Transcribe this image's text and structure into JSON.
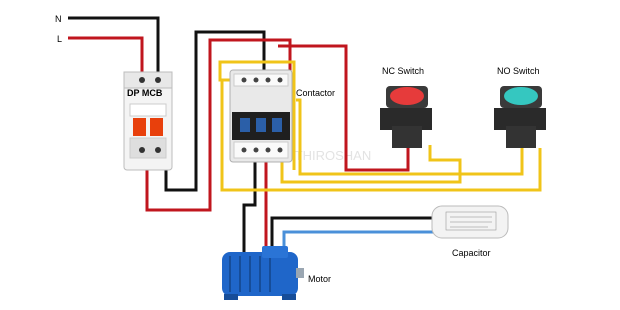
{
  "labels": {
    "neutral": "N",
    "line": "L",
    "mcb": "DP MCB",
    "contactor": "Contactor",
    "nc_switch": "NC Switch",
    "no_switch": "NO Switch",
    "capacitor": "Capacitor",
    "motor": "Motor",
    "watermark": "ETHIROSHAN"
  },
  "colors": {
    "black_wire": "#111111",
    "red_wire": "#c0161e",
    "yellow_wire": "#f0c419",
    "blue_wire": "#4a90d9",
    "nc_button": "#e63b3b",
    "no_button": "#35c7c0",
    "motor_body": "#1f66c9"
  }
}
